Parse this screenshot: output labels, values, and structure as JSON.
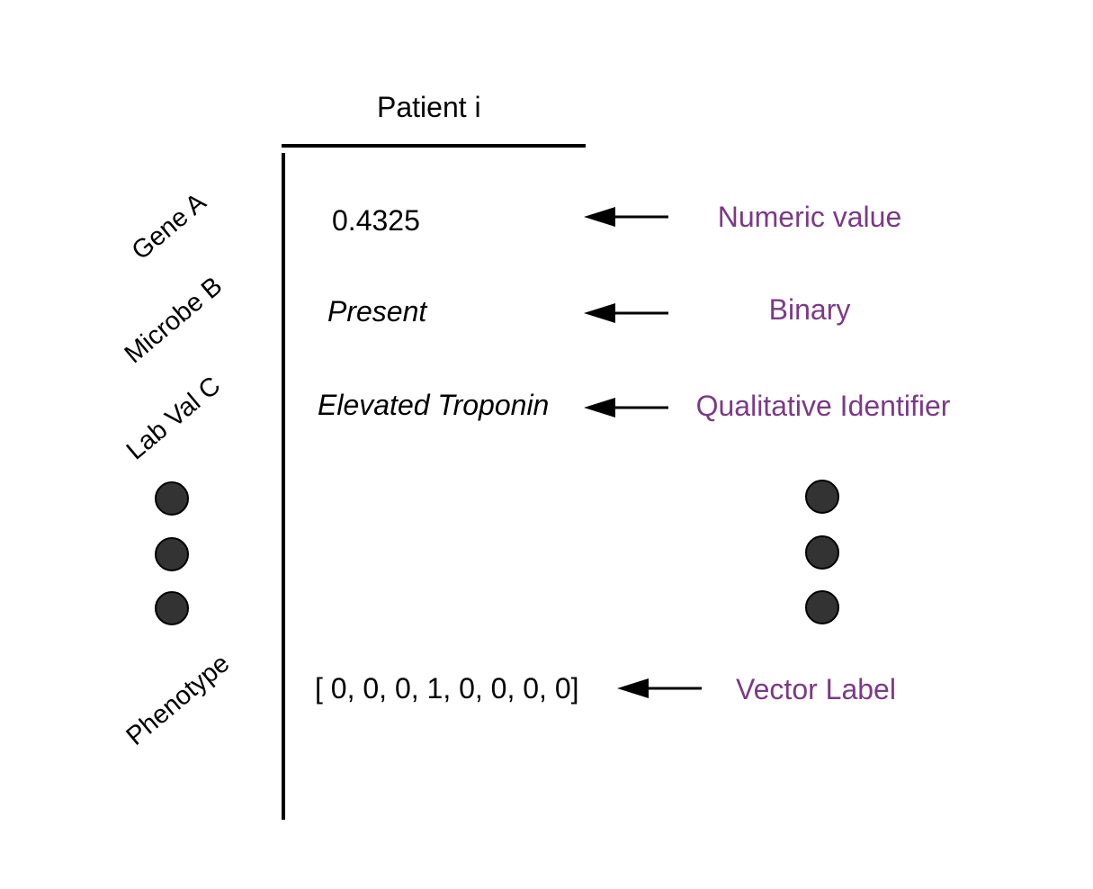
{
  "header": {
    "title": "Patient i"
  },
  "rows": [
    {
      "feature": "Gene A",
      "value": "0.4325",
      "type": "Numeric value"
    },
    {
      "feature": "Microbe B",
      "value": "Present",
      "type": "Binary"
    },
    {
      "feature": "Lab Val C",
      "value": "Elevated Troponin",
      "type": "Qualitative Identifier"
    },
    {
      "feature": "Phenotype",
      "value": "[ 0, 0, 0, 1, 0, 0, 0, 0]",
      "type": "Vector Label"
    }
  ],
  "colors": {
    "annotation": "#7b3a86",
    "dot_fill": "#333333",
    "line": "#000000"
  }
}
